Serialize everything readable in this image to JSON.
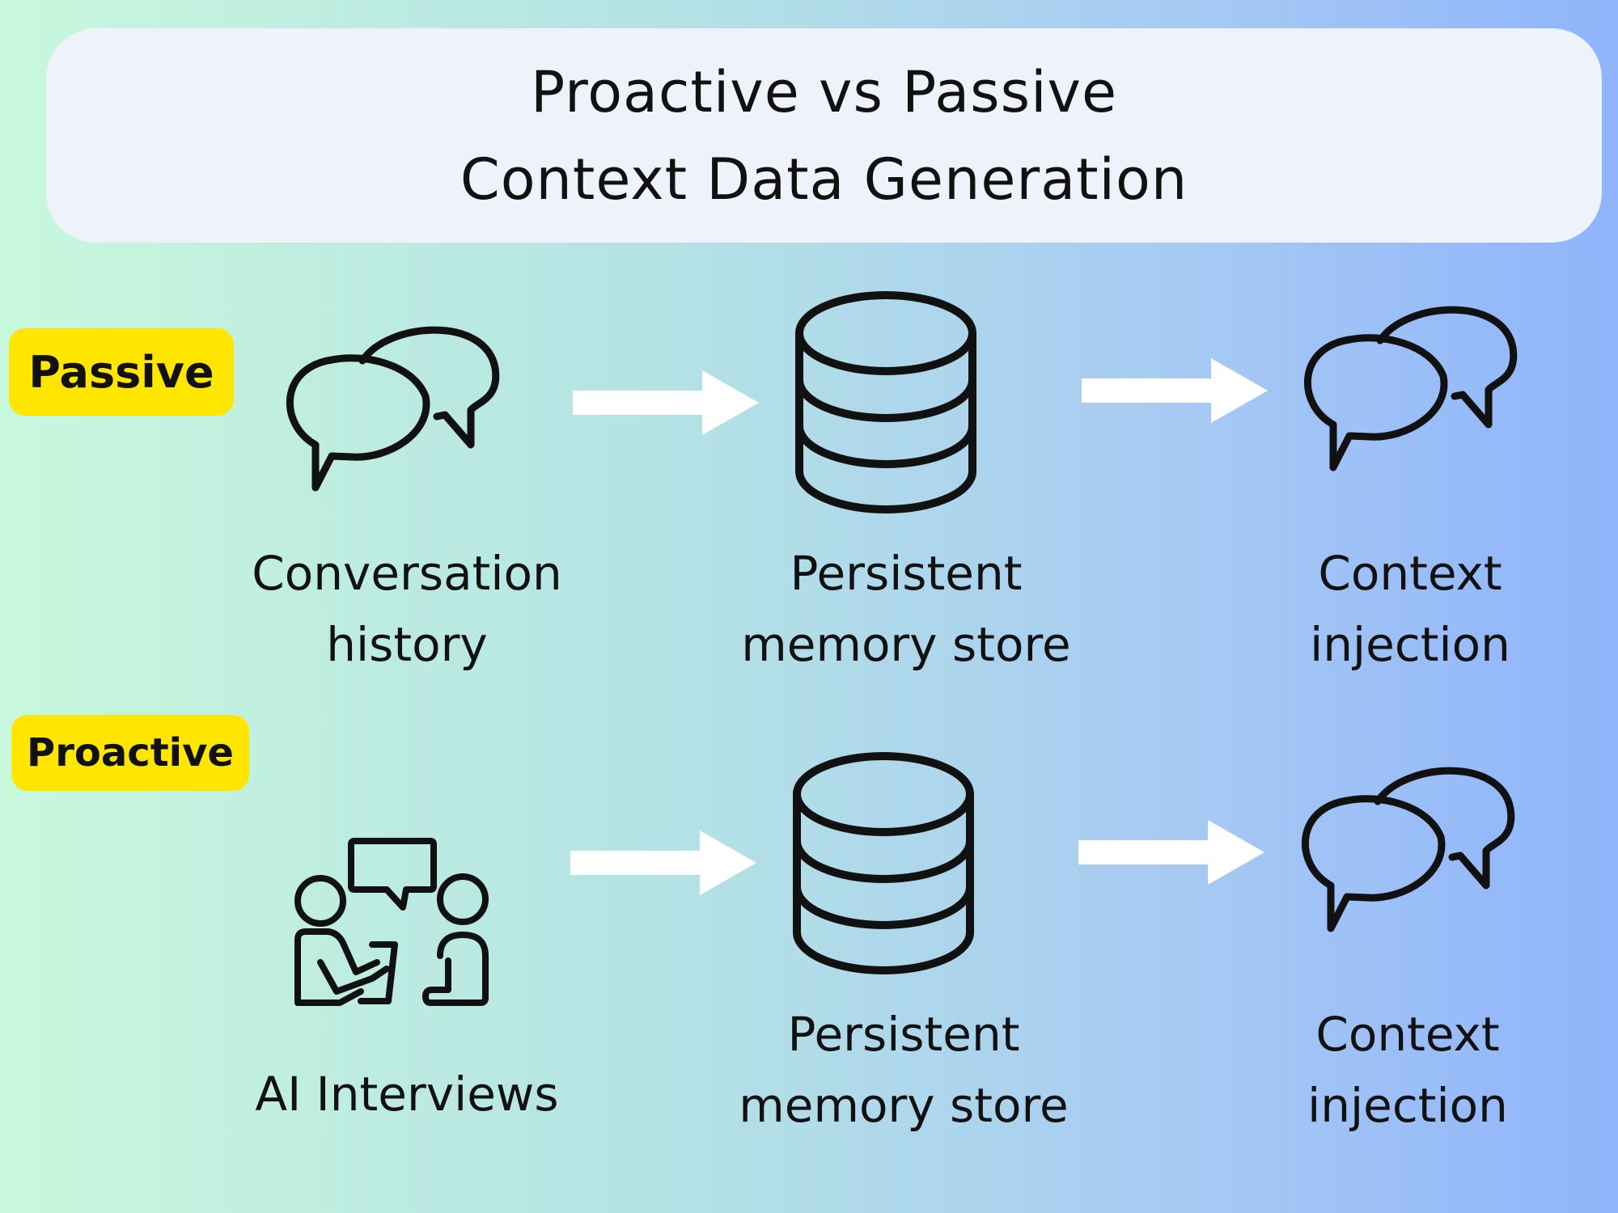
{
  "title": {
    "line1": "Proactive vs Passive",
    "line2": "Context Data Generation"
  },
  "rows": {
    "passive": {
      "tag": "Passive",
      "source": {
        "line1": "Conversation",
        "line2": "history",
        "icon": "chat-bubbles-icon"
      },
      "store": {
        "line1": "Persistent",
        "line2": "memory store",
        "icon": "database-icon"
      },
      "output": {
        "line1": "Context",
        "line2": "injection",
        "icon": "chat-bubbles-icon"
      }
    },
    "proactive": {
      "tag": "Proactive",
      "source": {
        "line1": "AI Interviews",
        "icon": "interview-icon"
      },
      "store": {
        "line1": "Persistent",
        "line2": "memory store",
        "icon": "database-icon"
      },
      "output": {
        "line1": "Context",
        "line2": "injection",
        "icon": "chat-bubbles-icon"
      }
    }
  },
  "colors": {
    "tag_background": "#ffe600",
    "title_box": "#eef3fb",
    "arrow": "#ffffff",
    "gradient_left": "#c8f8dc",
    "gradient_right": "#8fb4fb"
  }
}
